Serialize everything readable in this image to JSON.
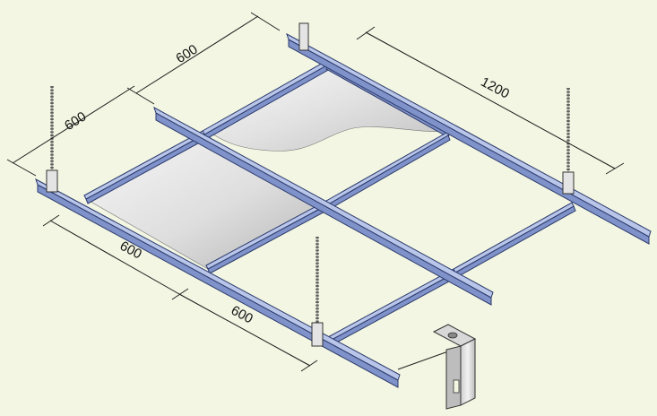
{
  "dimensions": {
    "top_left_600": "600",
    "left_600": "600",
    "right_1200": "1200",
    "bottom_left_600": "600",
    "bottom_right_600": "600"
  },
  "colors": {
    "background": "#f3f6e2",
    "rail_face": "#b9c6ea",
    "rail_side": "#7f92c9",
    "rail_outline": "#2b3a6b",
    "panel_light": "#f4f4f4",
    "panel_dark": "#bdbdbd"
  }
}
